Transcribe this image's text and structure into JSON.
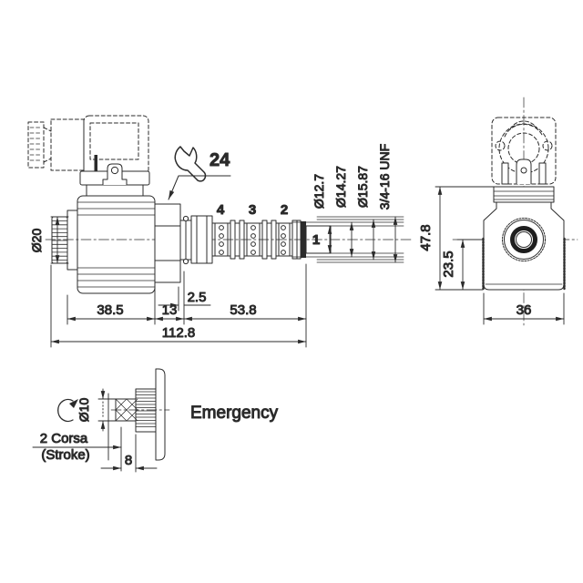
{
  "drawing": {
    "front_view": {
      "wrench_size": "24",
      "port_labels": [
        "4",
        "3",
        "2",
        "1"
      ],
      "dim_knob_diameter": "Ø20",
      "dim_body_length": "38.5",
      "dim_nut_length": "13",
      "dim_washer_thickness": "2.5",
      "dim_cartridge_length": "53.8",
      "dim_total_length": "112.8",
      "dim_diameter_1": "Ø12.7",
      "dim_diameter_2": "Ø14.27",
      "dim_diameter_3": "Ø15.87",
      "thread_spec": "3/4-16 UNF"
    },
    "side_view": {
      "dim_height": "47.8",
      "dim_center_height": "23.5",
      "dim_width": "36"
    },
    "emergency_detail": {
      "title": "Emergency",
      "dim_shaft_diameter": "Ø10",
      "stroke_label_line1": "2 Corsa",
      "stroke_label_line2": "(Stroke)",
      "dim_knob_width": "8"
    }
  },
  "colors": {
    "line": "#2b2b2b",
    "background": "#ffffff"
  }
}
